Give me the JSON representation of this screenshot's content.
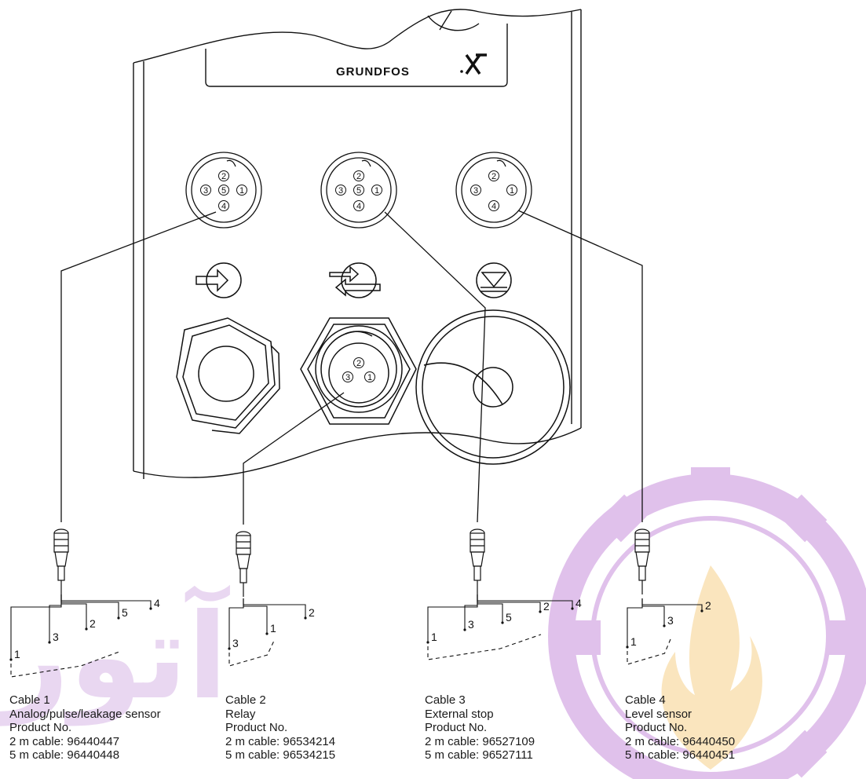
{
  "brand": {
    "name": "GRUNDFOS"
  },
  "watermark": {
    "text": "آتور صنعت",
    "color": "#c890dc",
    "flame_color": "#f6d08a"
  },
  "panel": {
    "top_sockets": [
      {
        "id": "socket-1",
        "pins": [
          "2",
          "3",
          "5",
          "1",
          "4"
        ]
      },
      {
        "id": "socket-2",
        "pins": [
          "2",
          "3",
          "5",
          "1",
          "4"
        ]
      },
      {
        "id": "socket-3",
        "pins": [
          "2",
          "3",
          "1",
          "4"
        ]
      }
    ],
    "relay_connector_pins": [
      "2",
      "3",
      "1"
    ]
  },
  "cables": [
    {
      "title": "Cable 1",
      "function": "Analog/pulse/leakage sensor",
      "product_label": "Product No.",
      "cable_2m": "2 m cable: 96440447",
      "cable_5m": "5 m cable: 96440448",
      "wire_pins": [
        "4",
        "5",
        "2",
        "3",
        "1"
      ]
    },
    {
      "title": "Cable 2",
      "function": "Relay",
      "product_label": "Product No.",
      "cable_2m": "2 m cable: 96534214",
      "cable_5m": "5 m cable: 96534215",
      "wire_pins": [
        "2",
        "1",
        "3"
      ]
    },
    {
      "title": "Cable 3",
      "function": "External stop",
      "product_label": "Product No.",
      "cable_2m": "2 m cable: 96527109",
      "cable_5m": "5 m cable: 96527111",
      "wire_pins": [
        "4",
        "2",
        "5",
        "3",
        "1"
      ]
    },
    {
      "title": "Cable 4",
      "function": "Level sensor",
      "product_label": "Product No.",
      "cable_2m": "2 m cable: 96440450",
      "cable_5m": "5 m cable: 96440451",
      "wire_pins": [
        "2",
        "3",
        "1"
      ]
    }
  ]
}
